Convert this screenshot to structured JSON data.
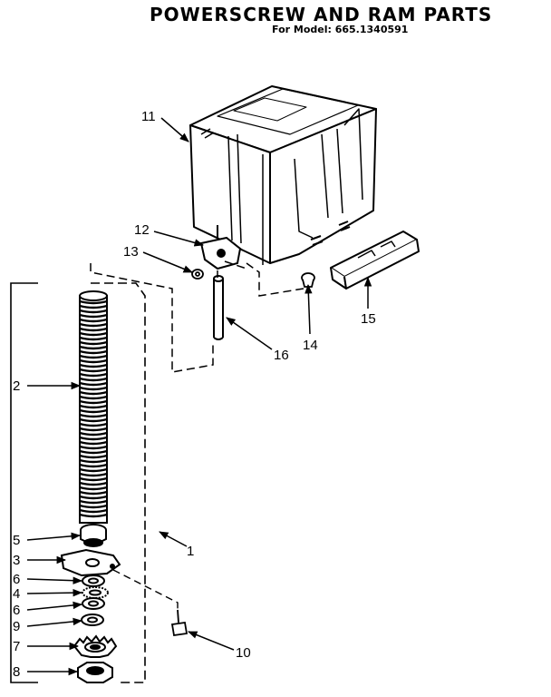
{
  "header": {
    "title": "POWERSCREW AND RAM PARTS",
    "subtitle": "For Model: 665.1340591"
  },
  "callouts": [
    {
      "key": "c11",
      "label": "11"
    },
    {
      "key": "c12",
      "label": "12"
    },
    {
      "key": "c13",
      "label": "13"
    },
    {
      "key": "c14",
      "label": "14"
    },
    {
      "key": "c15",
      "label": "15"
    },
    {
      "key": "c16",
      "label": "16"
    },
    {
      "key": "c2",
      "label": "2"
    },
    {
      "key": "c1",
      "label": "1"
    },
    {
      "key": "c5",
      "label": "5"
    },
    {
      "key": "c3",
      "label": "3"
    },
    {
      "key": "c6a",
      "label": "6"
    },
    {
      "key": "c4",
      "label": "4"
    },
    {
      "key": "c6b",
      "label": "6"
    },
    {
      "key": "c9",
      "label": "9"
    },
    {
      "key": "c7",
      "label": "7"
    },
    {
      "key": "c8",
      "label": "8"
    },
    {
      "key": "c10",
      "label": "10"
    }
  ]
}
